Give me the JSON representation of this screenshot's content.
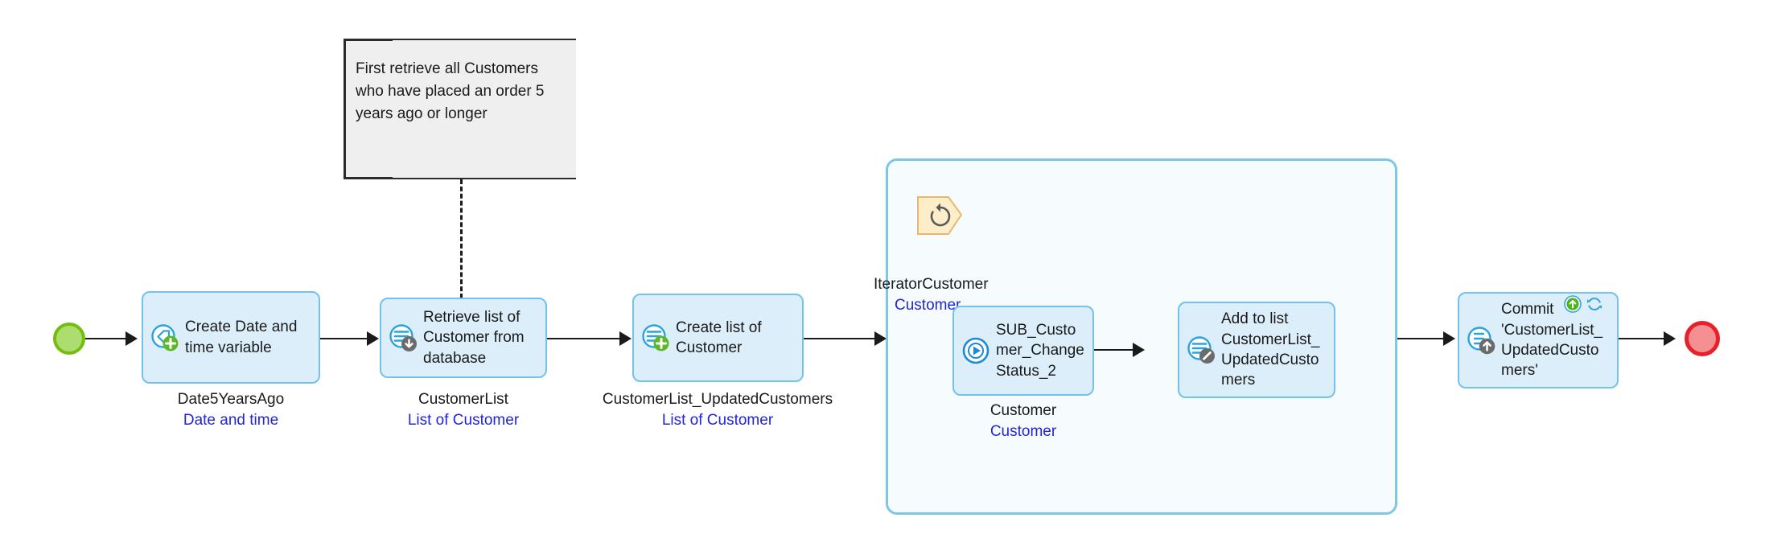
{
  "diagram": {
    "type": "microflow",
    "note": {
      "text": "First retrieve all Customers who have placed an order 5 years ago or longer"
    },
    "start_event": {
      "name": "start-event"
    },
    "end_event": {
      "name": "end-event"
    },
    "activities": [
      {
        "id": "create-datetime",
        "title": "Create Date and time variable",
        "icon": "create-variable-icon",
        "caption": "Date5YearsAgo",
        "caption_type": "Date and time"
      },
      {
        "id": "retrieve-customer",
        "title": "Retrieve list of Customer from database",
        "icon": "retrieve-from-database-icon",
        "caption": "CustomerList",
        "caption_type": "List of Customer"
      },
      {
        "id": "create-list",
        "title": "Create list of Customer",
        "icon": "create-list-icon",
        "caption": "CustomerList_UpdatedCustomers",
        "caption_type": "List of Customer"
      },
      {
        "id": "sub-changestatus",
        "title": "SUB_Customer_ChangeStatus_2",
        "icon": "call-microflow-icon",
        "caption": "Customer",
        "caption_type": "Customer"
      },
      {
        "id": "add-to-list",
        "title": "Add to list CustomerList_UpdatedCustomers",
        "icon": "change-list-icon",
        "caption": "",
        "caption_type": ""
      },
      {
        "id": "commit",
        "title": "Commit 'CustomerList_UpdatedCustomers'",
        "icon": "commit-object-icon",
        "caption": "",
        "caption_type": "",
        "badges": [
          "commit-arrow-badge",
          "refresh-badge"
        ]
      }
    ],
    "loop": {
      "id": "iterator-loop",
      "iterator_name": "IteratorCustomer",
      "iterator_type": "Customer",
      "icon": "loop-icon"
    },
    "colors": {
      "node_fill": "#dceefa",
      "node_border": "#73c3e8",
      "loop_fill": "#f6fcfe",
      "loop_border": "#7dc7e4",
      "start_fill": "#addc6f",
      "start_border": "#72bd0e",
      "end_fill": "#f48f92",
      "end_border": "#e8202a",
      "caption_type_color": "#2424d8",
      "note_fill": "#efefef",
      "iterator_tag_fill": "#fdedc9",
      "iterator_tag_border": "#e8b873",
      "connector": "#1a1a1a"
    }
  }
}
